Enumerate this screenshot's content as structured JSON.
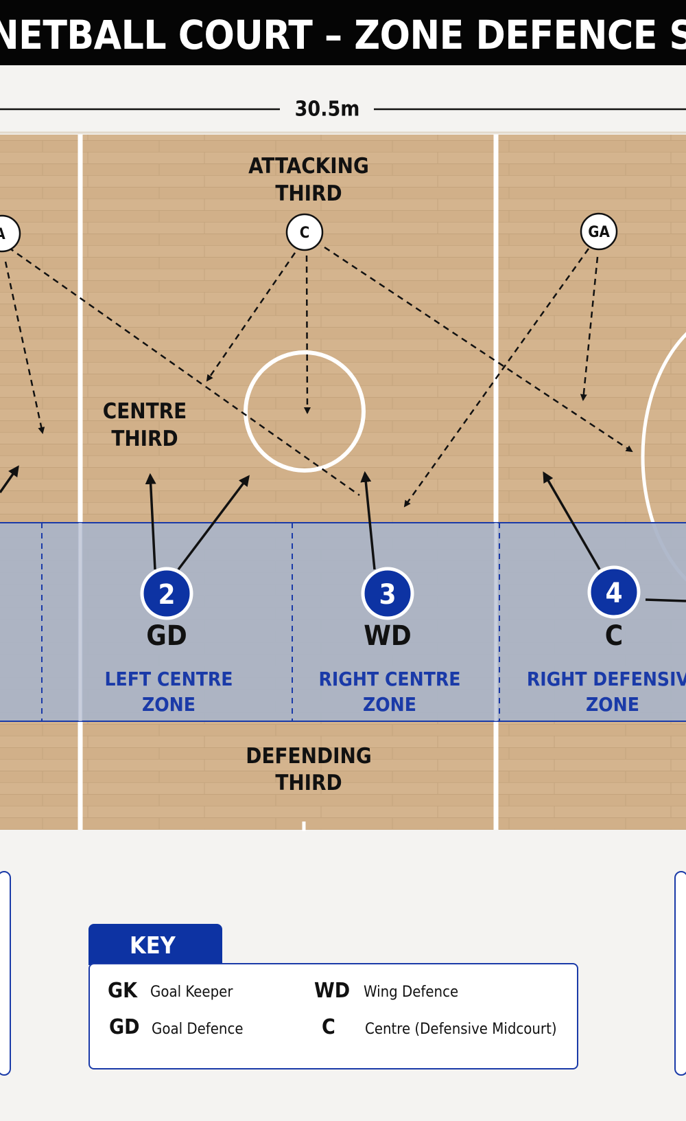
{
  "title": "NETBALL COURT – ZONE DEFENCE SETUP",
  "dimension_label": "30.5m",
  "court_labels": {
    "attacking_line1": "ATTACKING",
    "attacking_line2": "THIRD",
    "centre_line1": "CENTRE",
    "centre_line2": "THIRD",
    "defending_line1": "DEFENDING",
    "defending_line2": "THIRD"
  },
  "attackers": [
    {
      "label": "A"
    },
    {
      "label": "C"
    },
    {
      "label": "GA"
    }
  ],
  "defenders": [
    {
      "number": "2",
      "position": "GD",
      "zone_line1": "LEFT CENTRE",
      "zone_line2": "ZONE"
    },
    {
      "number": "3",
      "position": "WD",
      "zone_line1": "RIGHT CENTRE",
      "zone_line2": "ZONE"
    },
    {
      "number": "4",
      "position": "C",
      "zone_line1": "RIGHT DEFENSIVE",
      "zone_line2": "ZONE"
    }
  ],
  "key": {
    "title": "KEY",
    "items": [
      {
        "abbr": "GK",
        "desc": "Goal Keeper"
      },
      {
        "abbr": "WD",
        "desc": "Wing Defence"
      },
      {
        "abbr": "GD",
        "desc": "Goal Defence"
      },
      {
        "abbr": "C",
        "desc": "Centre (Defensive Midcourt)"
      }
    ]
  },
  "colors": {
    "court_wood": "#d4b48e",
    "zone_band": "#a9b3c6",
    "defender_blue": "#0d33a3",
    "zone_text_blue": "#1a3aa8"
  }
}
